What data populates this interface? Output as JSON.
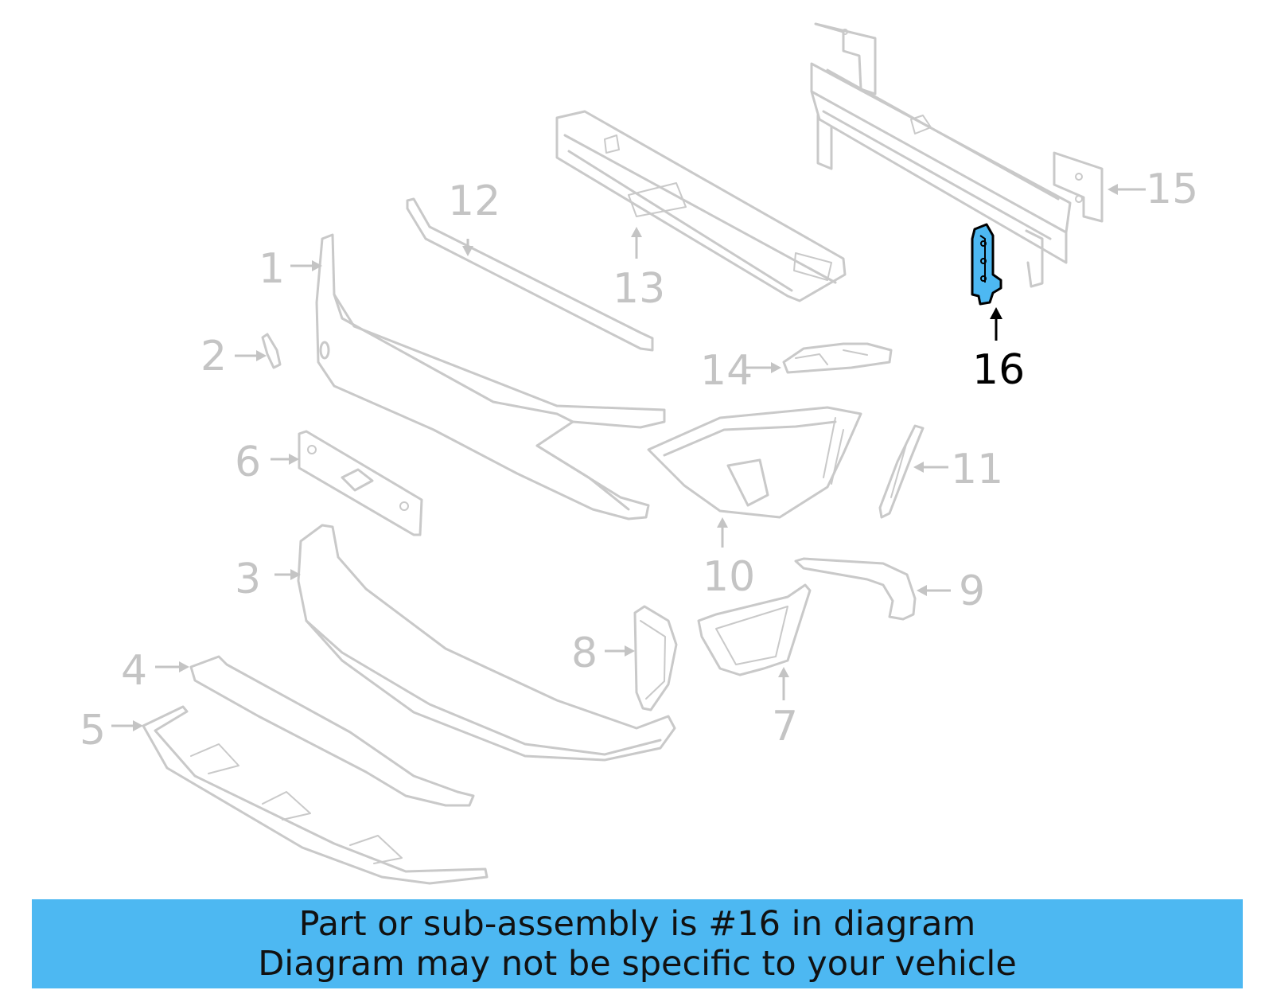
{
  "diagram": {
    "callouts": {
      "p1": "1",
      "p2": "2",
      "p3": "3",
      "p4": "4",
      "p5": "5",
      "p6": "6",
      "p7": "7",
      "p8": "8",
      "p9": "9",
      "p10": "10",
      "p11": "11",
      "p12": "12",
      "p13": "13",
      "p14": "14",
      "p15": "15",
      "p16": "16"
    },
    "highlight_part": "16",
    "colors": {
      "highlight_fill": "#4db8f2",
      "part_stroke": "#c9c9c9",
      "callout_gray": "#c4c4c4",
      "banner": "#4db8f2"
    }
  },
  "banner": {
    "line1": "Part or sub-assembly is #16 in diagram",
    "line2": "Diagram may not be specific to your vehicle"
  }
}
